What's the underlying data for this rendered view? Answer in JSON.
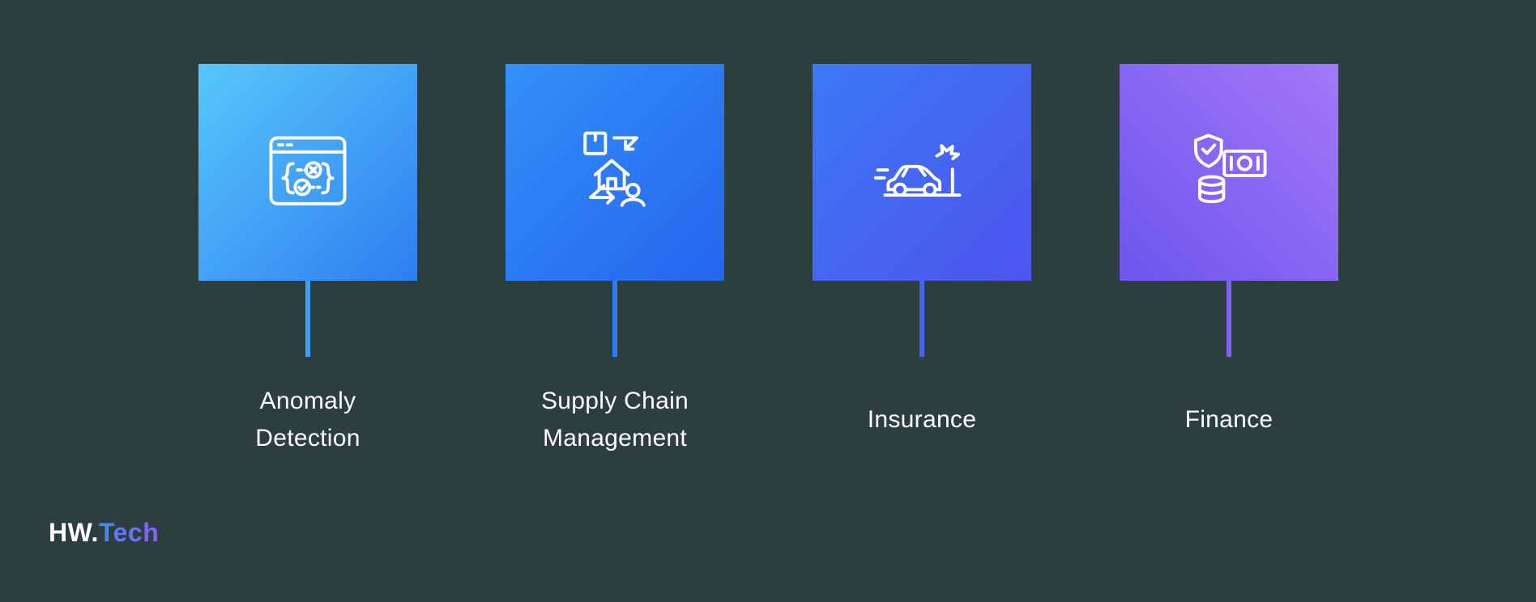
{
  "page": {
    "background": "#2d3e3e",
    "text_color": "#ffffff"
  },
  "cards": [
    {
      "id": "anomaly-detection",
      "label": "Anomaly\nDetection",
      "icon": "anomaly-detection-icon",
      "gradient_angle": "135deg",
      "gradient_from": "#58c7fb",
      "gradient_to": "#2e7ef0",
      "connector_color": "#3f9ff6"
    },
    {
      "id": "supply-chain-management",
      "label": "Supply Chain\nManagement",
      "icon": "supply-chain-icon",
      "gradient_angle": "135deg",
      "gradient_from": "#3390f8",
      "gradient_to": "#2565ee",
      "connector_color": "#2e7ff3"
    },
    {
      "id": "insurance",
      "label": "Insurance",
      "icon": "car-crash-icon",
      "gradient_angle": "135deg",
      "gradient_from": "#3b79f5",
      "gradient_to": "#4e54ed",
      "connector_color": "#4567f0"
    },
    {
      "id": "finance",
      "label": "Finance",
      "icon": "finance-shield-money-icon",
      "gradient_angle": "45deg",
      "gradient_from": "#6c55ee",
      "gradient_to": "#a478f8",
      "connector_color": "#7e62f2"
    }
  ],
  "logo": {
    "primary": "HW.",
    "secondary": "Tech",
    "secondary_gradient_from": "#3f8bf6",
    "secondary_gradient_to": "#8e5cf6"
  }
}
